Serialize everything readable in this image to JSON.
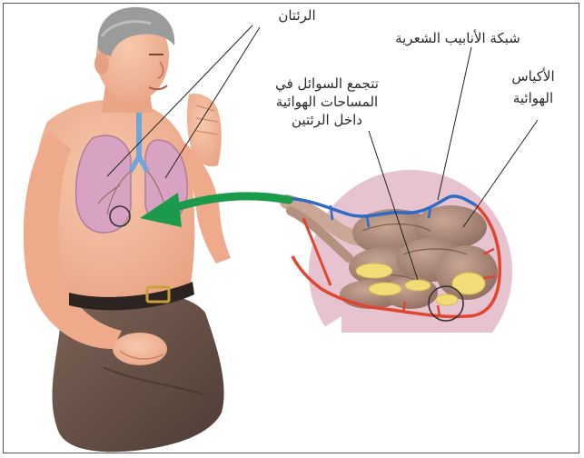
{
  "labels": {
    "lungs": "الرئتان",
    "capillary_network": "شبكة الأنابيب الشعرية",
    "fluid_line1": "تتجمع السوائل في",
    "fluid_line2": "المساحات الهوائية",
    "fluid_line3": "داخل الرئتين",
    "air_sacs_line1": "الأكياس",
    "air_sacs_line2": "الهوائية"
  },
  "colors": {
    "skin": "#f3b899",
    "lung": "#d8a2c2",
    "pants": "#6e564c",
    "magnify_bg": "#e7c3cf",
    "arrow": "#1a9a4a",
    "capillary_blue": "#2e6bc6",
    "capillary_red": "#e0462f",
    "fluid": "#f2dc78"
  }
}
